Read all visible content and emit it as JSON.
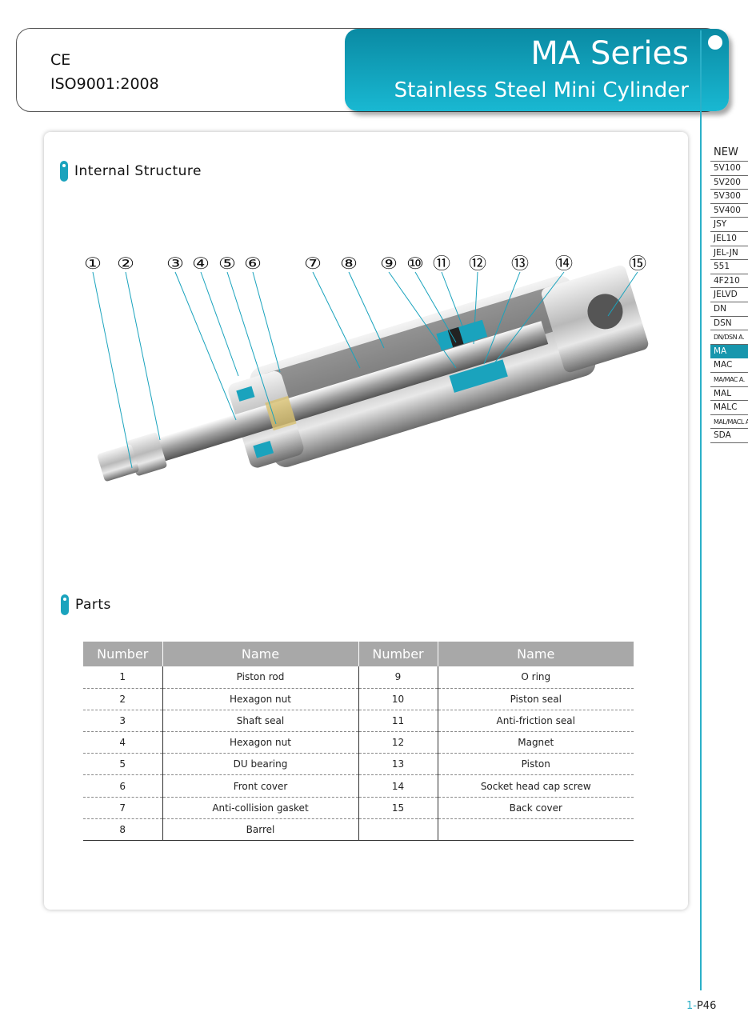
{
  "header": {
    "certs": [
      "CE",
      "ISO9001:2008"
    ],
    "title": "MA Series",
    "subtitle": "Stainless Steel Mini Cylinder"
  },
  "sidebar": {
    "items": [
      "NEW",
      "5V100",
      "5V200",
      "5V300",
      "5V400",
      "JSY",
      "JEL10",
      "JEL-JN",
      "551",
      "4F210",
      "JELVD",
      "DN",
      "DSN",
      "DN/DSN A.",
      "MA",
      "MAC",
      "MA/MAC A.",
      "MAL",
      "MALC",
      "MAL/MACL A.",
      "SDA"
    ],
    "active": "MA"
  },
  "sections": {
    "structure": "Internal Structure",
    "parts": "Parts"
  },
  "callouts": [
    "①",
    "②",
    "③",
    "④",
    "⑤",
    "⑥",
    "⑦",
    "⑧",
    "⑨",
    "⑩",
    "⑪",
    "⑫",
    "⑬",
    "⑭",
    "⑮"
  ],
  "table": {
    "headers": [
      "Number",
      "Name",
      "Number",
      "Name"
    ],
    "rows": [
      [
        "1",
        "Piston rod",
        "9",
        "O ring"
      ],
      [
        "2",
        "Hexagon nut",
        "10",
        "Piston seal"
      ],
      [
        "3",
        "Shaft seal",
        "11",
        "Anti-friction seal"
      ],
      [
        "4",
        "Hexagon nut",
        "12",
        "Magnet"
      ],
      [
        "5",
        "DU bearing",
        "13",
        "Piston"
      ],
      [
        "6",
        "Front cover",
        "14",
        "Socket head cap screw"
      ],
      [
        "7",
        "Anti-collision gasket",
        "15",
        "Back cover"
      ],
      [
        "8",
        "Barrel",
        "",
        ""
      ]
    ]
  },
  "page": {
    "prefix": "1-",
    "number": "P46"
  },
  "colors": {
    "accent": "#1aa3bd"
  }
}
